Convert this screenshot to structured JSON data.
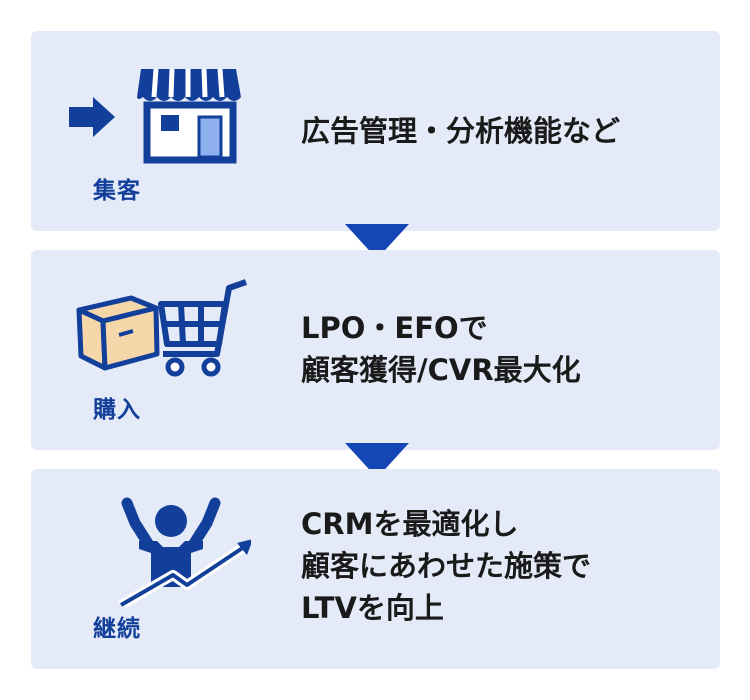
{
  "steps": [
    {
      "label": "集客",
      "lines": [
        "広告管理・分析機能など"
      ],
      "icon": "store-icon"
    },
    {
      "label": "購入",
      "lines": [
        "LPO・EFOで",
        "顧客獲得/CVR最大化"
      ],
      "icon": "cart-icon"
    },
    {
      "label": "継続",
      "lines": [
        "CRMを最適化し",
        "顧客にあわせた施策で",
        "LTVを向上"
      ],
      "icon": "growth-person-icon"
    }
  ],
  "colors": {
    "panel": "#e4eaf7",
    "accent": "#123f9a",
    "arrow": "#1446b5",
    "text": "#1a1a1a",
    "box": "#f6d7a9",
    "door": "#8eb0ef"
  }
}
